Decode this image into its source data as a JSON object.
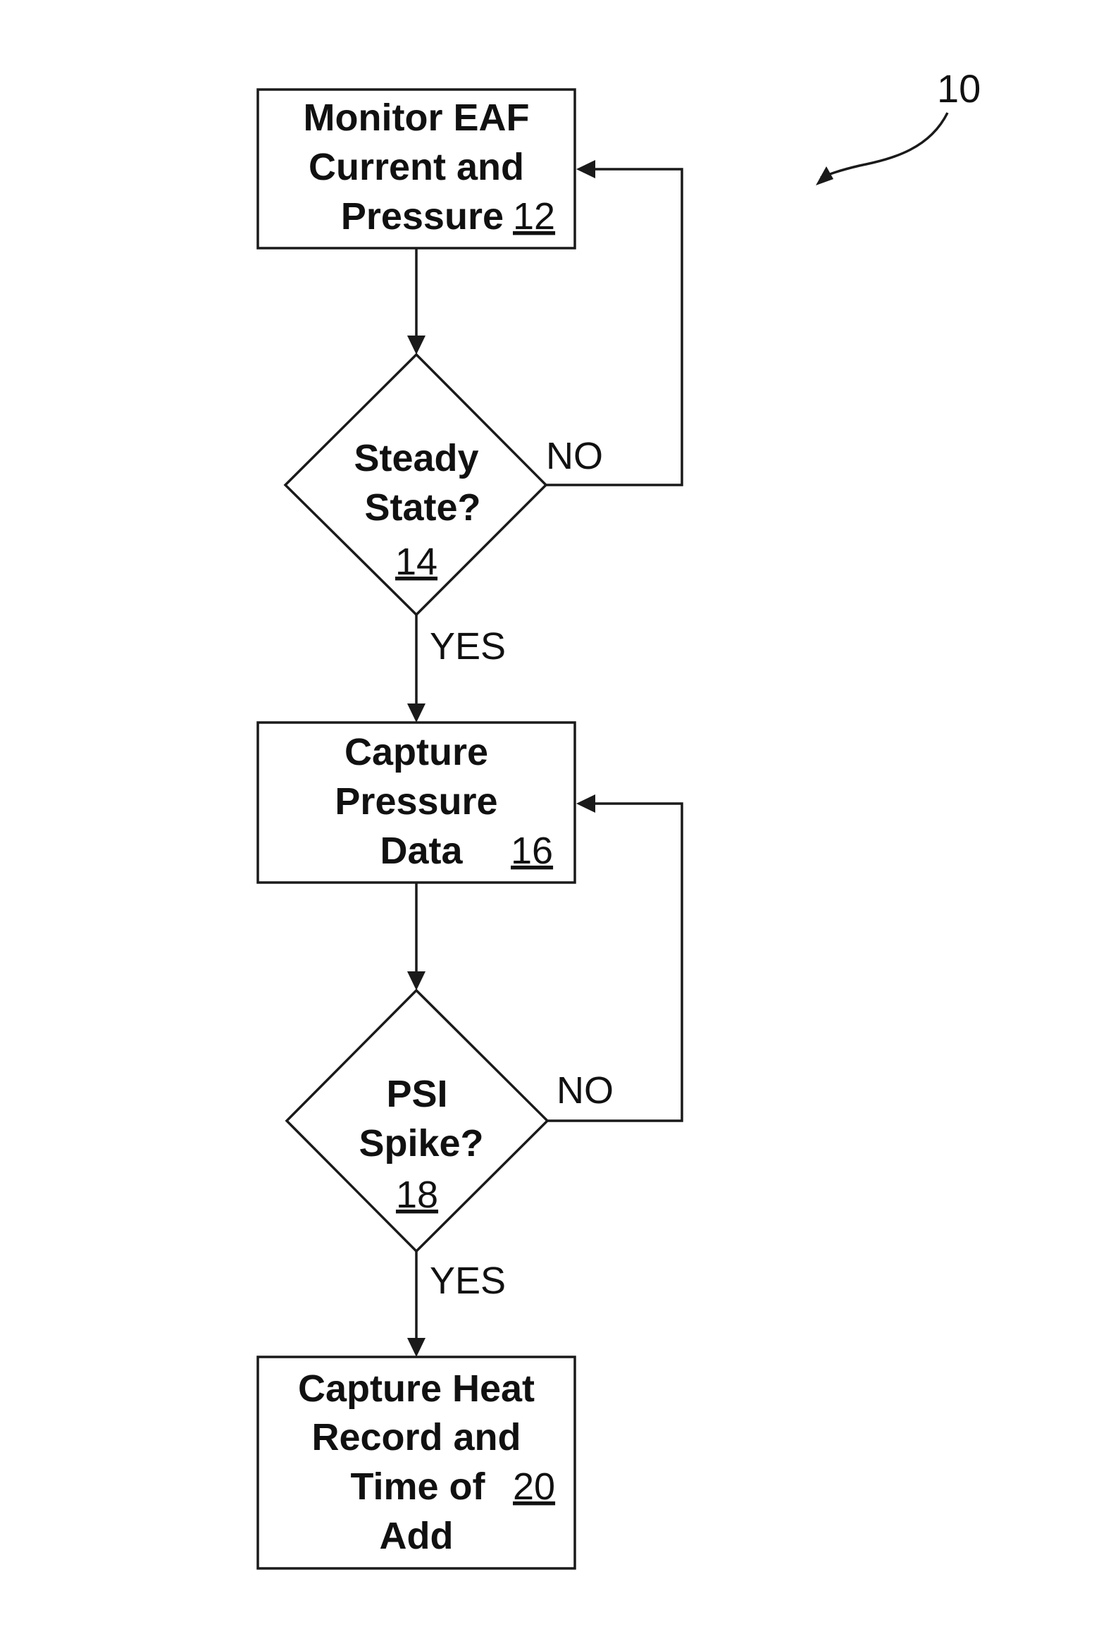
{
  "figure": {
    "ref_number": "10"
  },
  "nodes": {
    "monitor": {
      "lines": [
        "Monitor EAF",
        "Current and",
        "Pressure"
      ],
      "ref": "12"
    },
    "steady": {
      "lines": [
        "Steady",
        "State?"
      ],
      "ref": "14"
    },
    "capture_pressure": {
      "lines": [
        "Capture",
        "Pressure",
        "Data"
      ],
      "ref": "16"
    },
    "psi": {
      "lines": [
        "PSI",
        "Spike?"
      ],
      "ref": "18"
    },
    "capture_heat": {
      "lines": [
        "Capture Heat",
        "Record and",
        "Time of",
        "Add"
      ],
      "ref": "20"
    }
  },
  "edges": {
    "steady_no": "NO",
    "steady_yes": "YES",
    "psi_no": "NO",
    "psi_yes": "YES"
  }
}
